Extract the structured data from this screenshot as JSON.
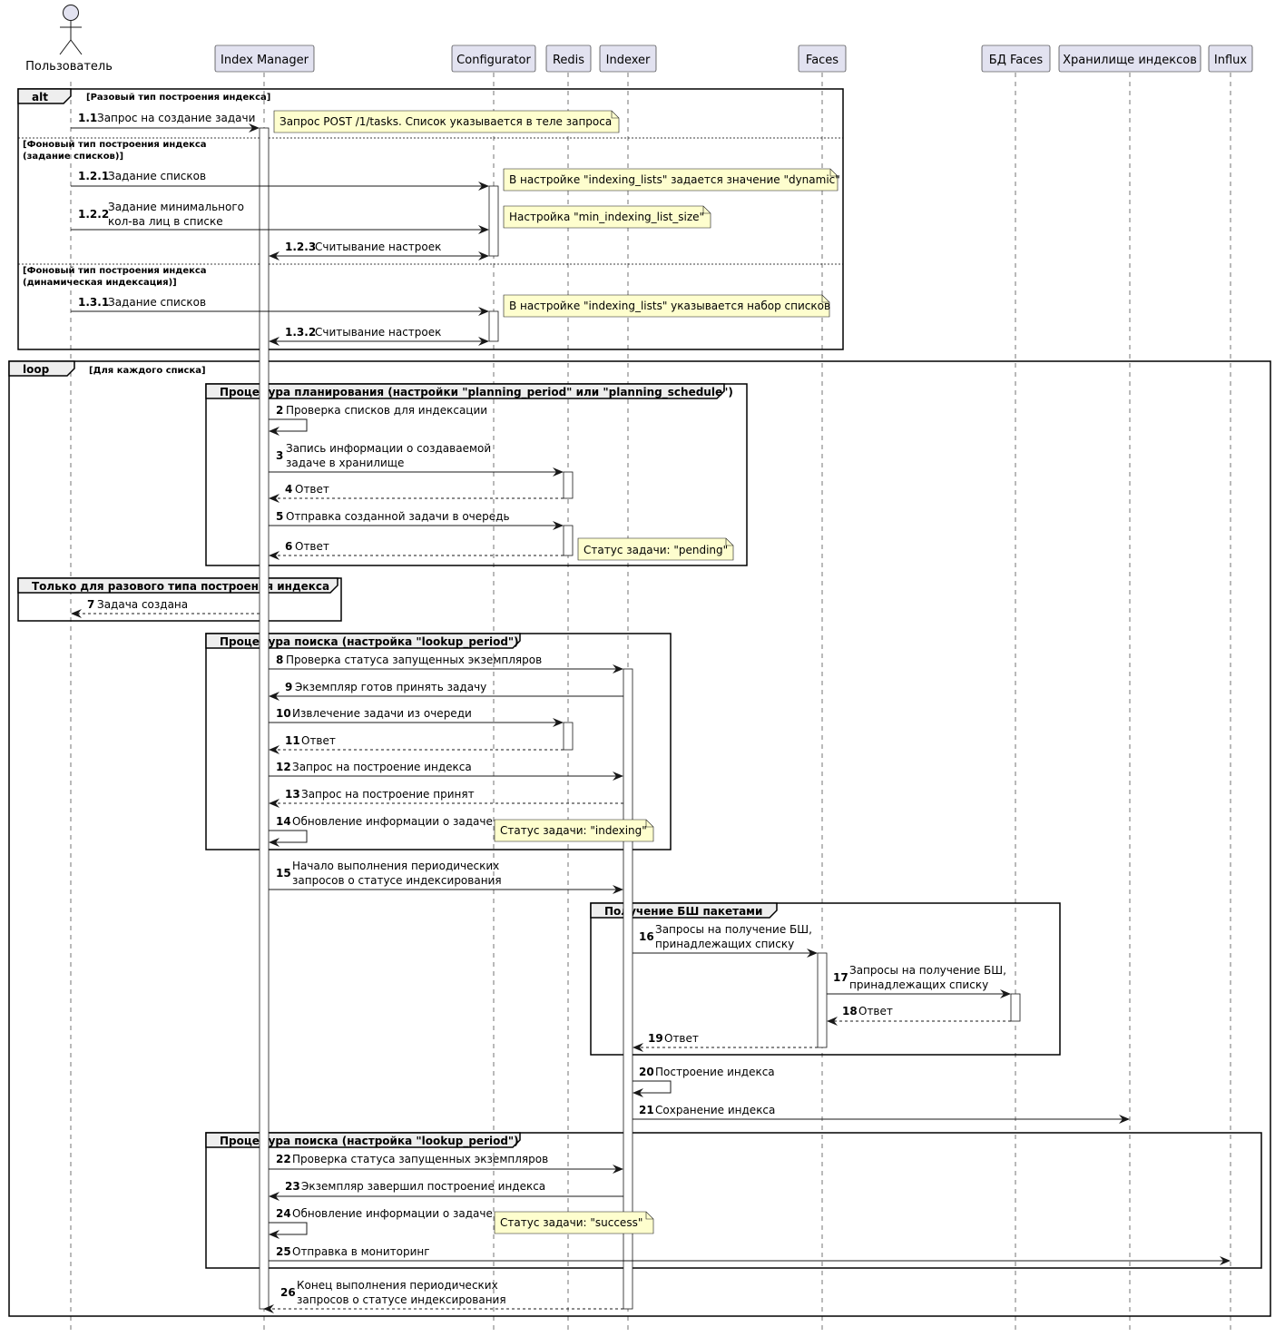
{
  "actor": {
    "name": "Пользователь"
  },
  "participants": {
    "index_manager": "Index Manager",
    "configurator": "Configurator",
    "redis": "Redis",
    "indexer": "Indexer",
    "faces": "Faces",
    "faces_db": "БД Faces",
    "index_storage": "Хранилище индексов",
    "influx": "Influx"
  },
  "frames": {
    "alt": {
      "keyword": "alt",
      "guard": "[Разовый тип построения индекса]"
    },
    "alt_else_1": {
      "line1": "[Фоновый тип построения индекса",
      "line2": "(задание списков)]"
    },
    "alt_else_2": {
      "line1": "[Фоновый тип построения индекса",
      "line2": "(динамическая индексация)]"
    },
    "loop": {
      "keyword": "loop",
      "guard": "[Для каждого списка]"
    },
    "planning": {
      "title": "Процедура планирования (настройки \"planning_period\" или \"planning_schedule\")"
    },
    "one_time": {
      "title": "Только для разового типа построения индекса"
    },
    "lookup_1": {
      "title": "Процедура поиска (настройка \"lookup_period\")"
    },
    "batches": {
      "title": "Получение БШ пакетами"
    },
    "lookup_2": {
      "title": "Процедура поиска (настройка \"lookup_period\")"
    }
  },
  "notes": {
    "n1": "Запрос POST /1/tasks. Список указывается в теле запроса",
    "n2": "В настройке \"indexing_lists\" задается значение \"dynamic\"",
    "n3": "Настройка \"min_indexing_list_size\"",
    "n4": "В настройке \"indexing_lists\" указывается набор списков",
    "n5": "Статус задачи: \"pending\"",
    "n6": "Статус задачи: \"indexing\"",
    "n7": "Статус задачи: \"success\""
  },
  "messages": {
    "m1_1": {
      "num": "1.1",
      "text": "Запрос на создание задачи"
    },
    "m1_2_1": {
      "num": "1.2.1",
      "text": "Задание списков"
    },
    "m1_2_2": {
      "num": "1.2.2",
      "line1": "Задание минимального",
      "line2": "кол-ва лиц в списке"
    },
    "m1_2_3": {
      "num": "1.2.3",
      "text": "Считывание настроек"
    },
    "m1_3_1": {
      "num": "1.3.1",
      "text": "Задание списков"
    },
    "m1_3_2": {
      "num": "1.3.2",
      "text": "Считывание настроек"
    },
    "m2": {
      "num": "2",
      "text": "Проверка списков для индексации"
    },
    "m3": {
      "num": "3",
      "line1": "Запись информации о создаваемой",
      "line2": "задаче в хранилище"
    },
    "m4": {
      "num": "4",
      "text": "Ответ"
    },
    "m5": {
      "num": "5",
      "text": "Отправка созданной задачи в очередь"
    },
    "m6": {
      "num": "6",
      "text": "Ответ"
    },
    "m7": {
      "num": "7",
      "text": "Задача создана"
    },
    "m8": {
      "num": "8",
      "text": "Проверка статуса запущенных экземпляров"
    },
    "m9": {
      "num": "9",
      "text": "Экземпляр готов принять задачу"
    },
    "m10": {
      "num": "10",
      "text": "Извлечение задачи из очереди"
    },
    "m11": {
      "num": "11",
      "text": "Ответ"
    },
    "m12": {
      "num": "12",
      "text": "Запрос на построение индекса"
    },
    "m13": {
      "num": "13",
      "text": "Запрос на построение принят"
    },
    "m14": {
      "num": "14",
      "text": "Обновление информации о задаче"
    },
    "m15": {
      "num": "15",
      "line1": "Начало выполнения периодических",
      "line2": "запросов о статусе индексирования"
    },
    "m16": {
      "num": "16",
      "line1": "Запросы на получение БШ,",
      "line2": "принадлежащих списку"
    },
    "m17": {
      "num": "17",
      "line1": "Запросы на получение БШ,",
      "line2": "принадлежащих списку"
    },
    "m18": {
      "num": "18",
      "text": "Ответ"
    },
    "m19": {
      "num": "19",
      "text": "Ответ"
    },
    "m20": {
      "num": "20",
      "text": "Построение индекса"
    },
    "m21": {
      "num": "21",
      "text": "Сохранение индекса"
    },
    "m22": {
      "num": "22",
      "text": "Проверка статуса запущенных экземпляров"
    },
    "m23": {
      "num": "23",
      "text": "Экземпляр завершил построение индекса"
    },
    "m24": {
      "num": "24",
      "text": "Обновление информации о задаче"
    },
    "m25": {
      "num": "25",
      "text": "Отправка в мониторинг"
    },
    "m26": {
      "num": "26",
      "line1": "Конец выполнения периодических",
      "line2": "запросов о статусе индексирования"
    }
  },
  "colors": {
    "participant_fill": "#e2e2f0",
    "participant_border": "#181818",
    "note_fill": "#fefece",
    "frame_border": "#000000",
    "line": "#181818",
    "activation_fill": "#ffffff"
  }
}
